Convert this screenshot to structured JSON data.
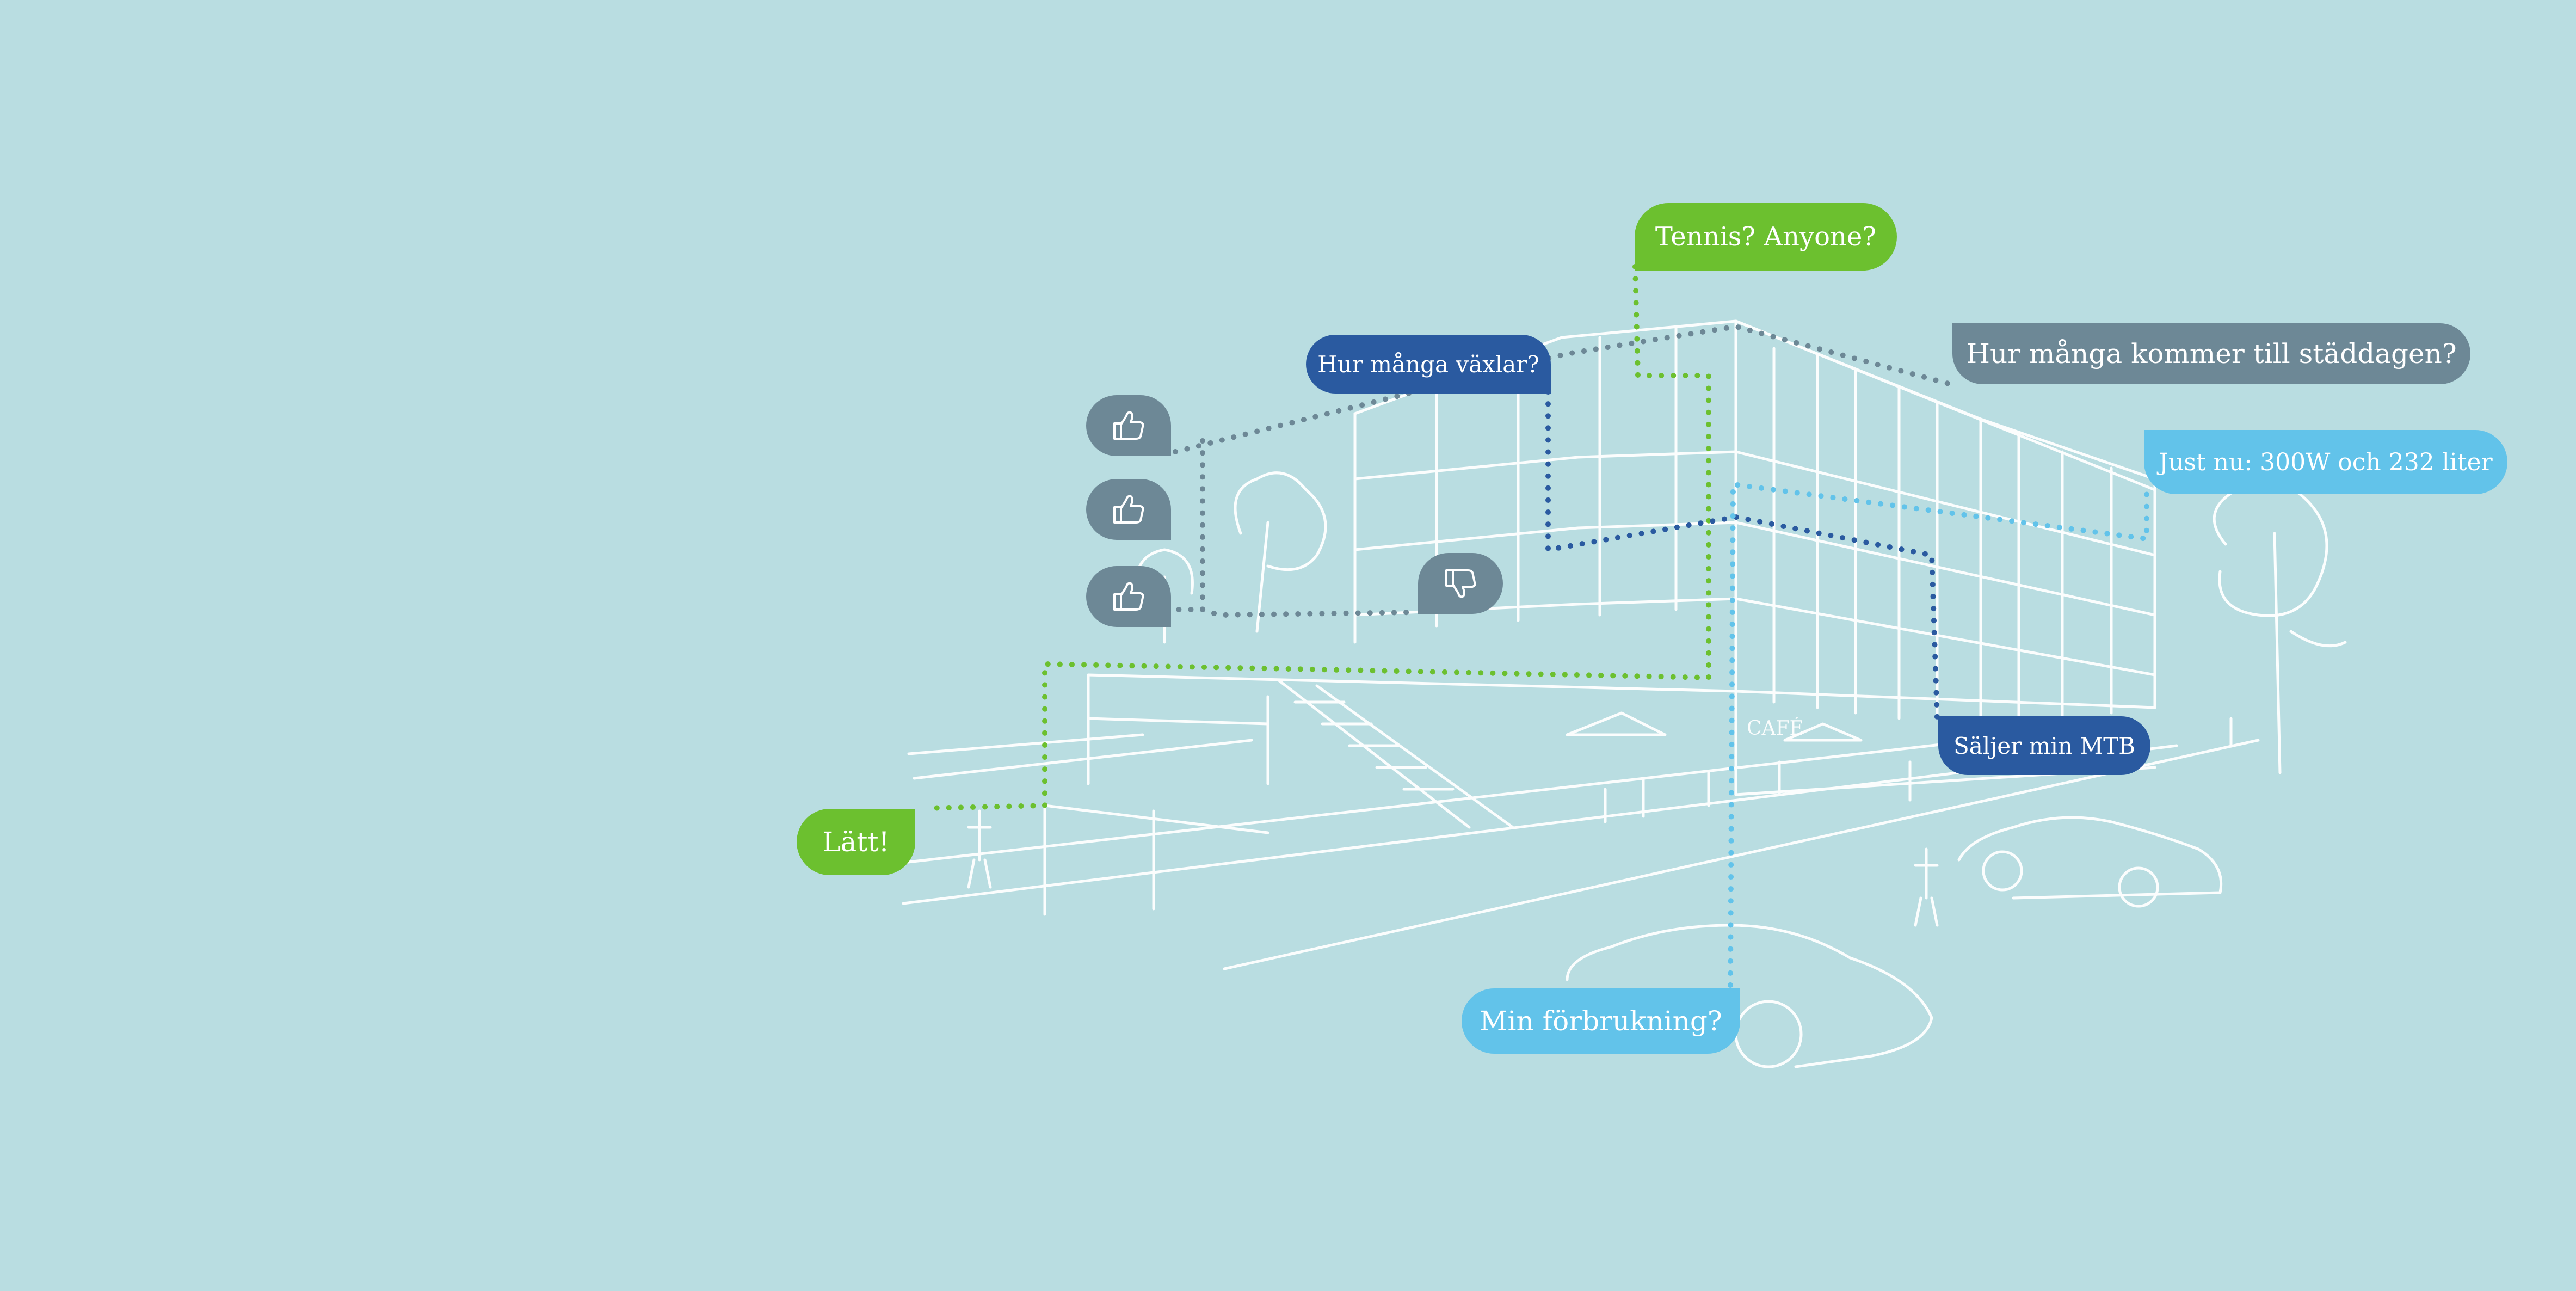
{
  "bubbles": {
    "tennis": "Tennis? Anyone?",
    "gears": "Hur många växlar?",
    "cleaning_day": "Hur många kommer till städdagen?",
    "right_now": "Just nu: 300W och 232 liter",
    "sell_mtb": "Säljer min MTB",
    "easy": "Lätt!",
    "my_consumption": "Min förbrukning?"
  },
  "sketch_signs": {
    "cafe": "CAFÉ"
  },
  "reactions": {
    "likes": 3,
    "dislikes": 1
  },
  "icons": [
    "thumbs-up-icon",
    "thumbs-down-icon"
  ],
  "colors": {
    "background": "#b9dde1",
    "green": "#6cc02f",
    "dark_blue": "#2a5aa0",
    "gray": "#6d8896",
    "light_blue": "#62c3ea",
    "sketch": "#ffffff"
  }
}
